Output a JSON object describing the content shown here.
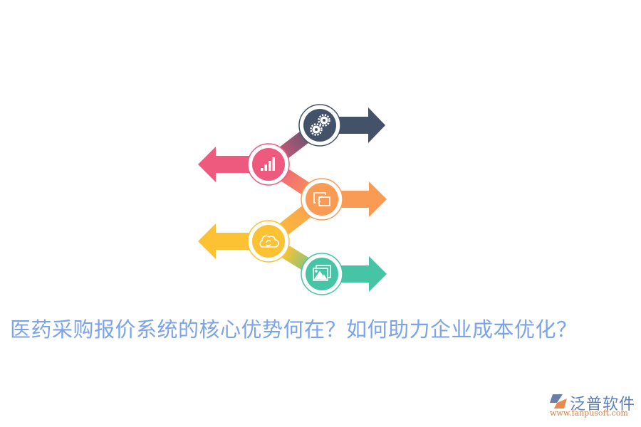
{
  "title": "医药采购报价系统的核心优势何在？如何助力企业成本优化？",
  "logo": {
    "name": "泛普软件",
    "url": "www.fanpusoft.com"
  },
  "infographic": {
    "steps": [
      {
        "icon": "gears-icon",
        "color": "#445269",
        "direction": "right"
      },
      {
        "icon": "bar-chart-icon",
        "color": "#ee5a7e",
        "direction": "left"
      },
      {
        "icon": "screen-cast-icon",
        "color": "#f99a55",
        "direction": "right"
      },
      {
        "icon": "cloud-sync-icon",
        "color": "#fcc234",
        "direction": "left"
      },
      {
        "icon": "image-gallery-icon",
        "color": "#45c4a6",
        "direction": "right"
      }
    ]
  },
  "colors": {
    "title": "#7ba3ea",
    "logo_name": "#5b7fb8",
    "logo_url": "#d9824b"
  }
}
